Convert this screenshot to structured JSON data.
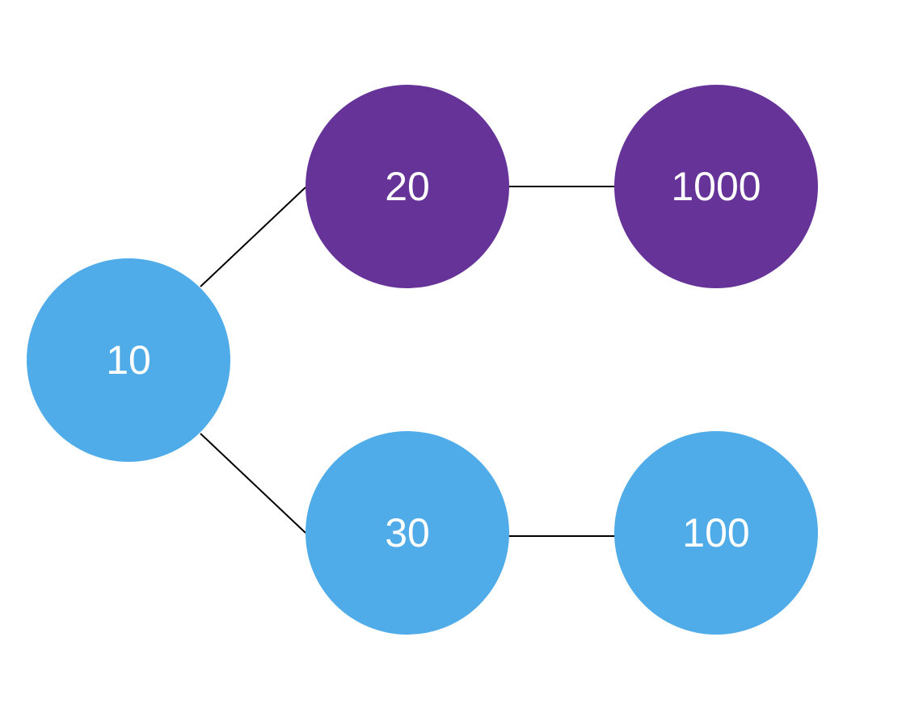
{
  "colors": {
    "blue": "#4FACE8",
    "purple": "#663399"
  },
  "nodes": [
    {
      "id": "n10",
      "label": "10",
      "color": "#4FACE8"
    },
    {
      "id": "n20",
      "label": "20",
      "color": "#663399"
    },
    {
      "id": "n1000",
      "label": "1000",
      "color": "#663399"
    },
    {
      "id": "n30",
      "label": "30",
      "color": "#4FACE8"
    },
    {
      "id": "n100",
      "label": "100",
      "color": "#4FACE8"
    }
  ],
  "edges": [
    {
      "from": "10",
      "to": "20"
    },
    {
      "from": "10",
      "to": "30"
    },
    {
      "from": "20",
      "to": "1000"
    },
    {
      "from": "30",
      "to": "100"
    }
  ]
}
